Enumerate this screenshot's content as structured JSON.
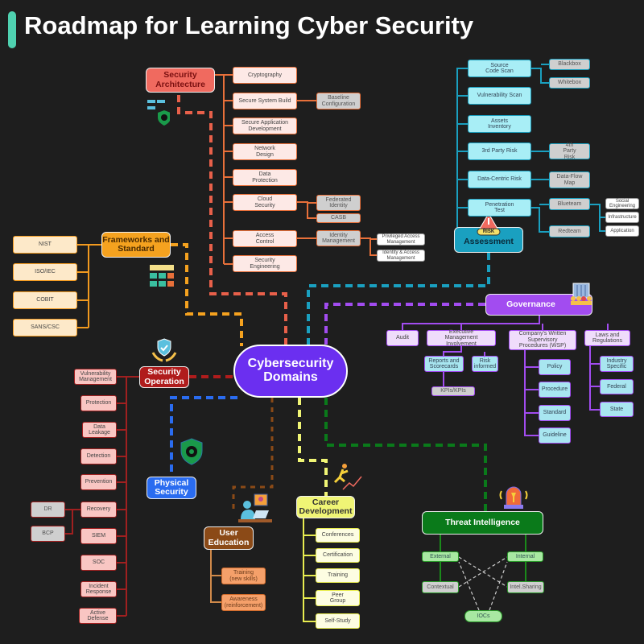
{
  "title": "Roadmap for Learning Cyber Security",
  "center": "Cybersecurity Domains",
  "security_architecture": {
    "label": "Security Architecture",
    "items": [
      "Cryptography",
      "Secure System Build",
      "Secure Application Development",
      "Network Design",
      "Data Protection",
      "Cloud Security",
      "Access Control",
      "Security Engineering"
    ],
    "baseline": "Baseline Configuration",
    "federated": "Federated Identity",
    "casb": "CASB",
    "identity_mgmt": "Identity Management",
    "pam": "Privileged Access Management",
    "iam": "Identity & Access Management"
  },
  "frameworks": {
    "label": "Frameworks and Standard",
    "items": [
      "NIST",
      "ISO/IEC",
      "COBIT",
      "SANS/CSC"
    ]
  },
  "assessment": {
    "label": "Assessment",
    "badge": "RISK",
    "items": [
      "Source Code Scan",
      "Vulnerability Scan",
      "Assets Inventory",
      "3rd Party Risk",
      "Data-Centric Risk",
      "Penetration Test"
    ],
    "blackbox": "Blackbox",
    "whitebox": "Whitebox",
    "fourth_party": "4th Party Risk",
    "data_flow": "Data-Flow Map",
    "blueteam": "Blueteam",
    "redteam": "Redteam",
    "social": "Social Engineering",
    "infra": "Infrastructure",
    "application": "Application"
  },
  "governance": {
    "label": "Governance",
    "items": [
      "Audit",
      "Executive Management Involvement",
      "Company's Written Supervisory Procedures (WSP)",
      "Laws and Regulations"
    ],
    "reports": "Reports and Scorecards",
    "risk_informed": "Risk informed",
    "kpis": "KPIs/KPIs",
    "wsp_items": [
      "Policy",
      "Procedure",
      "Standard",
      "Guideline"
    ],
    "laws_items": [
      "Industry Specific",
      "Federal",
      "State"
    ]
  },
  "security_operation": {
    "label": "Security Operation",
    "items": [
      "Vulnerability Management",
      "Protection",
      "Data Leakage",
      "Detection",
      "Prevention",
      "Recovery",
      "SIEM",
      "SOC",
      "Incident Response",
      "Active Defense"
    ],
    "dr": "DR",
    "bcp": "BCP"
  },
  "physical_security": {
    "label": "Physical Security"
  },
  "user_education": {
    "label": "User Education",
    "items": [
      "Training (new skills)",
      "Awareness (reinforcement)"
    ]
  },
  "career": {
    "label": "Career Development",
    "items": [
      "Conferences",
      "Certification",
      "Training",
      "Peer Group",
      "Self-Study"
    ]
  },
  "threat": {
    "label": "Threat Intelligence",
    "external": "External",
    "internal": "Internal",
    "contextual": "Contextual",
    "sharing": "Intel.Sharing",
    "iocs": "IOCs"
  },
  "colors": {
    "security_architecture": "#f06a5f",
    "frameworks": "#f5a21f",
    "assessment": "#1aa0c0",
    "governance": "#a24cf0",
    "center": "#6b2ff0",
    "security_operation": "#b01c1c",
    "physical_security": "#2a6cf0",
    "user_education": "#8b4a17",
    "career": "#f0f575",
    "threat": "#0a7a1a",
    "title_bar": "#4fd1b0"
  }
}
